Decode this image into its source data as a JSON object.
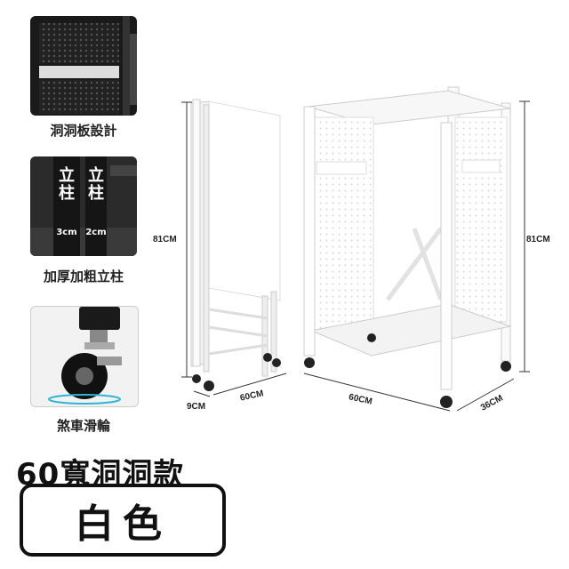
{
  "features": [
    {
      "caption": "洞洞板設計"
    },
    {
      "caption": "加厚加粗立柱",
      "post_left_text": "立柱",
      "post_left_size": "3cm",
      "post_right_text": "立柱",
      "post_right_size": "2cm"
    },
    {
      "caption": "煞車滑輪"
    }
  ],
  "dimensions": {
    "folded_height": "81CM",
    "folded_depth": "9CM",
    "folded_width": "60CM",
    "open_width": "60CM",
    "open_depth": "36CM",
    "open_height": "81CM"
  },
  "banner": {
    "model": "60寬洞洞款",
    "color": "白色"
  }
}
